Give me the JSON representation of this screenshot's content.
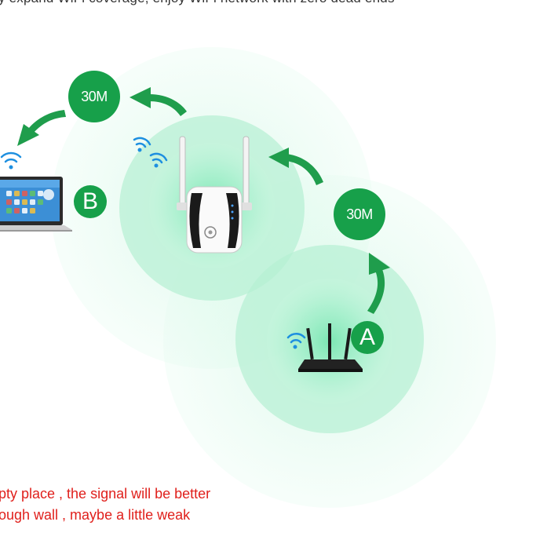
{
  "header": {
    "tagline": "ly expand WiFi coverage, enjoy WiFi network with zero dead ends"
  },
  "badges": {
    "speed_left": "30M",
    "speed_right": "30M",
    "label_laptop": "B",
    "label_router": "A"
  },
  "captions": {
    "line1": "pty place , the signal will be better",
    "line2": "ough wall , maybe a little weak"
  },
  "colors": {
    "badge_green": "#17a04a",
    "arrow_green": "#1f9d4c",
    "signal_green": "#7ee6b0",
    "wifi_blue": "#1d8fe0",
    "caption_red": "#e0201c"
  },
  "icons": [
    "wifi-icon",
    "router-icon",
    "repeater-icon",
    "laptop-icon",
    "arrow-icon"
  ]
}
